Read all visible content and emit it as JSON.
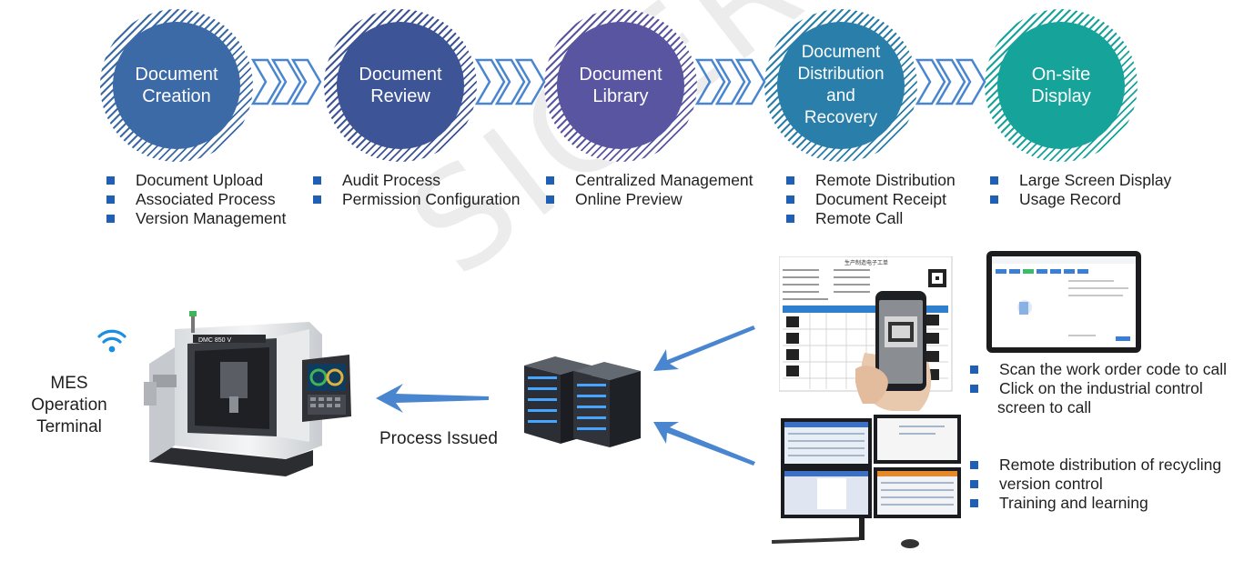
{
  "colors": {
    "step1": "#3c6aa6",
    "step2": "#3d5496",
    "step3": "#5a55a0",
    "step4": "#2a7eaa",
    "step5": "#16a39a",
    "arrow": "#4a86cf",
    "bullet": "#1f5fb4"
  },
  "watermark": "SIGER",
  "steps": [
    {
      "label": "Document\nCreation",
      "items": [
        "Document Upload",
        "Associated Process",
        "Version Management"
      ]
    },
    {
      "label": "Document\nReview",
      "items": [
        "Audit Process",
        "Permission Configuration"
      ]
    },
    {
      "label": "Document\nLibrary",
      "items": [
        "Centralized Management",
        "Online Preview"
      ]
    },
    {
      "label": "Document\nDistribution\nand\nRecovery",
      "items": [
        "Remote Distribution",
        "Document Receipt",
        "Remote Call"
      ]
    },
    {
      "label": "On-site\nDisplay",
      "items": [
        "Large Screen Display",
        "Usage Record"
      ]
    }
  ],
  "mes_label": "MES\nOperation\nTerminal",
  "process_issued": "Process Issued",
  "call_features": [
    "Scan the work order code to call",
    "Click on the industrial control",
    "screen to call"
  ],
  "distribution_features": [
    "Remote distribution of recycling",
    "version control",
    "Training and learning"
  ],
  "machine": {
    "brand_text": "DMC 850 V"
  },
  "work_order": {
    "title": "生产制造电子工单"
  },
  "icons": {
    "wifi": "wifi-icon",
    "server": "server-icon",
    "machine": "cnc-machine-image",
    "tablet": "tablet-screen-image",
    "monitors": "monitor-wall-image",
    "document": "work-order-document-image",
    "phone": "phone-scan-image"
  }
}
